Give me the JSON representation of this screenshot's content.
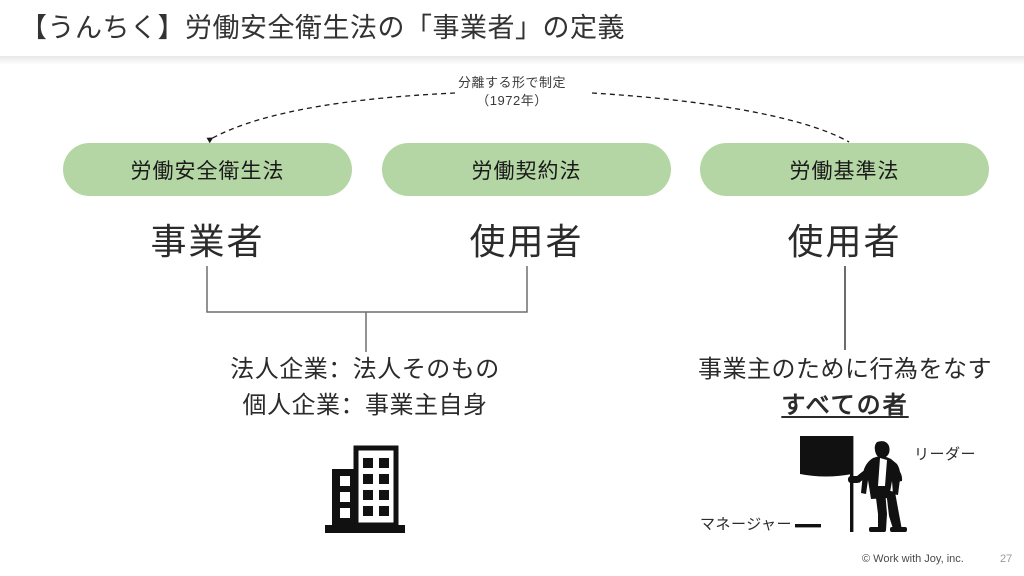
{
  "slide": {
    "title": "【うんちく】労働安全衛生法の「事業者」の定義",
    "page_number": "27",
    "copyright": "© Work with Joy, inc.",
    "accent_green": "#b4d6a4",
    "text_color": "#2b2b2b"
  },
  "arc_annotation": {
    "line1": "分離する形で制定",
    "line2": "（1972年）"
  },
  "laws": [
    {
      "label": "労働安全衛生法",
      "role": "事業者"
    },
    {
      "label": "労働契約法",
      "role": "使用者"
    },
    {
      "label": "労働基準法",
      "role": "使用者"
    }
  ],
  "explanations": {
    "left": {
      "line1": "法人企業：法人そのもの",
      "line2": "個人企業：事業主自身"
    },
    "right": {
      "line1": "事業主のために行為をなす",
      "line2": "すべての者"
    }
  },
  "icon_labels": {
    "leader": "リーダー",
    "manager": "マネージャー"
  },
  "icons": {
    "building": "building-icon",
    "leader_with_flag": "person-with-flag-icon"
  }
}
